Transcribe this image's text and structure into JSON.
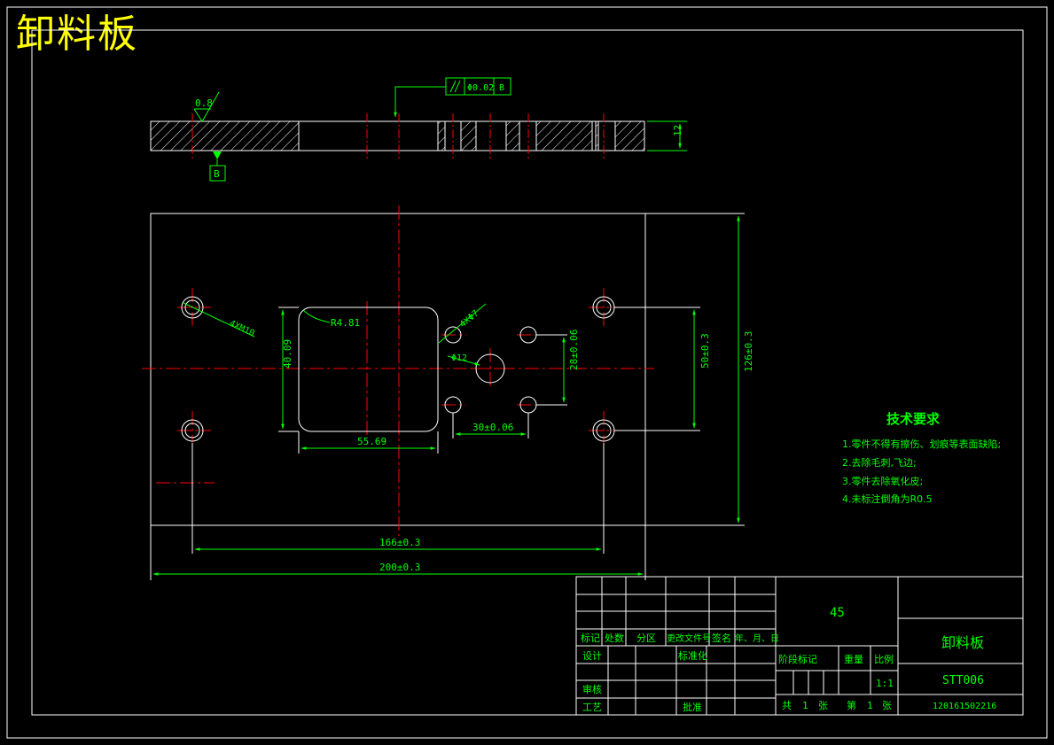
{
  "drawing_title": "卸料板",
  "colors": {
    "background": "#000000",
    "outline": "#ffffff",
    "dimension": "#00ff00",
    "centerline": "#ff0000",
    "title": "#ffff00",
    "hatch": "#ffffff"
  },
  "section_view": {
    "roughness": "0.8",
    "datum_label": "B",
    "parallelism_tolerance": "0.02",
    "parallelism_prefix": "Φ",
    "tolerance_datum": "B",
    "thickness": "12"
  },
  "plan_view": {
    "dims": {
      "width_inner": "166±0.3",
      "width_total": "200±0.3",
      "height_total": "126±0.3",
      "height_holes": "50±0.3",
      "height_small": "28±0.06",
      "pitch_small": "30±0.06",
      "pocket_width": "55.69",
      "pocket_height": "40.09",
      "pocket_radius": "R4.81",
      "corner_thread": "4XM10",
      "small_holes": "4XΦ7",
      "center_hole": "Φ12"
    }
  },
  "tech_requirements": {
    "title": "技术要求",
    "items": [
      "1.零件不得有擦伤、划痕等表面缺陷;",
      "2.去除毛刺,飞边;",
      "3.零件去除氧化皮;",
      "4.未标注倒角为R0.5"
    ]
  },
  "title_block": {
    "material": "45",
    "part_name": "卸料板",
    "drawing_no": "STT006",
    "student_no": "120161502216",
    "scale": "1:1",
    "headers": [
      "标记",
      "处数",
      "分区",
      "更改文件号",
      "签名",
      "年、月、日"
    ],
    "design": "设计",
    "standardize": "标准化",
    "review": "审核",
    "process": "工艺",
    "approve": "批准",
    "stage_mark": "阶段标记",
    "weight": "重量",
    "ratio": "比例",
    "total": "共",
    "total_sheets": "1",
    "sheets_unit": "张",
    "order": "第",
    "sheet_no": "1",
    "sheet_unit": "张"
  }
}
